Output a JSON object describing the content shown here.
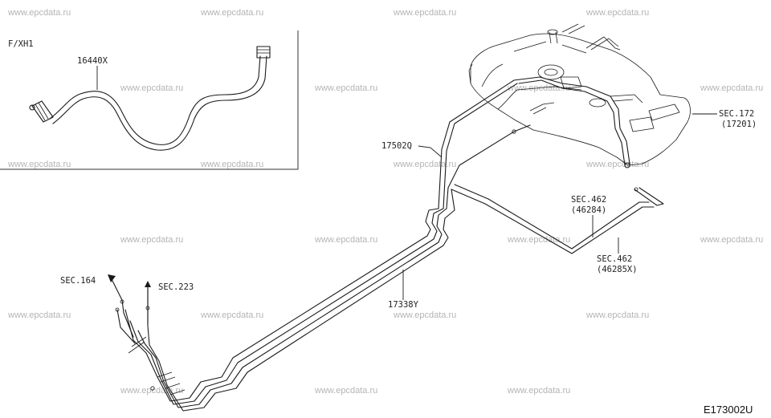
{
  "watermark": "www.epcdata.ru",
  "inset": {
    "variant": "F/XH1",
    "part": "16440X"
  },
  "callouts": {
    "main_line": "17338Y",
    "tank_hose": "17502Q",
    "sec172": "SEC.172",
    "sec172_ref": "(17201)",
    "sec462a": "SEC.462",
    "sec462a_ref": "(46284)",
    "sec462b": "SEC.462",
    "sec462b_ref": "(46285X)",
    "sec164": "SEC.164",
    "sec223": "SEC.223"
  },
  "diagram_code": "E173002U"
}
